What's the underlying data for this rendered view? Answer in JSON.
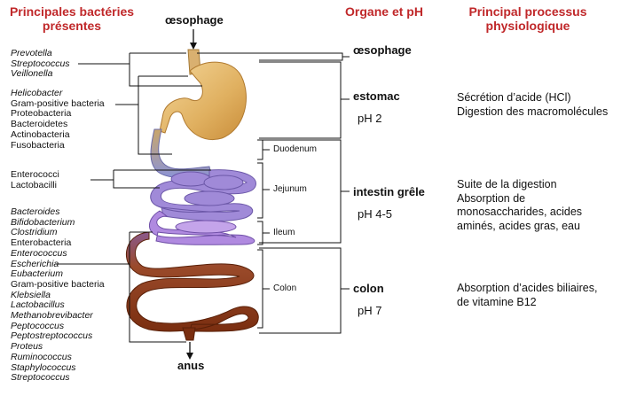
{
  "headers": {
    "bacteria": "Principales bactéries présentes",
    "organ": "Organe et pH",
    "process": "Principal processus physiologique"
  },
  "top_label": "œsophage",
  "bottom_label": "anus",
  "bacteria_groups": [
    {
      "items": [
        {
          "text": "Prevotella",
          "italic": true
        },
        {
          "text": "Streptococcus",
          "italic": true
        },
        {
          "text": "Veillonella",
          "italic": true
        }
      ]
    },
    {
      "items": [
        {
          "text": "Helicobacter",
          "italic": true
        },
        {
          "text": "Gram-positive bacteria",
          "italic": false
        },
        {
          "text": "Proteobacteria",
          "italic": false
        },
        {
          "text": "Bacteroidetes",
          "italic": false
        },
        {
          "text": "Actinobacteria",
          "italic": false
        },
        {
          "text": "Fusobacteria",
          "italic": false
        }
      ]
    },
    {
      "items": [
        {
          "text": "Enterococci",
          "italic": false
        },
        {
          "text": "Lactobacilli",
          "italic": false
        }
      ]
    },
    {
      "items": [
        {
          "text": "Bacteroides",
          "italic": true
        },
        {
          "text": "Bifidobacterium",
          "italic": true
        },
        {
          "text": "Clostridium",
          "italic": true
        },
        {
          "text": "Enterobacteria",
          "italic": false
        },
        {
          "text": "Enterococcus",
          "italic": true
        },
        {
          "text": "Escherichia",
          "italic": true
        },
        {
          "text": "Eubacterium",
          "italic": true
        },
        {
          "text": "Gram-positive bacteria",
          "italic": false
        },
        {
          "text": "Klebsiella",
          "italic": true
        },
        {
          "text": "Lactobacillus",
          "italic": true
        },
        {
          "text": "Methanobrevibacter",
          "italic": true
        },
        {
          "text": "Peptococcus",
          "italic": true
        },
        {
          "text": "Peptostreptococcus",
          "italic": true
        },
        {
          "text": "Proteus",
          "italic": true
        },
        {
          "text": "Ruminococcus",
          "italic": true
        },
        {
          "text": "Staphylococcus",
          "italic": true
        },
        {
          "text": "Streptococcus",
          "italic": true
        }
      ]
    }
  ],
  "sections": {
    "duodenum": "Duodenum",
    "jejunum": "Jejunum",
    "ileum": "Ileum",
    "colon": "Colon"
  },
  "organs": [
    {
      "name": "œsophage",
      "ph": ""
    },
    {
      "name": "estomac",
      "ph": "pH 2"
    },
    {
      "name": "intestin grêle",
      "ph": "pH 4-5"
    },
    {
      "name": "colon",
      "ph": "pH 7"
    }
  ],
  "processes": [
    {
      "lines": [
        "Sécrétion d’acide (HCl)",
        "Digestion des macromolécules"
      ]
    },
    {
      "lines": [
        "Suite de la digestion",
        "Absorption de",
        "monosaccharides, acides",
        "aminés, acides gras, eau"
      ]
    },
    {
      "lines": [
        "Absorption d’acides biliaires,",
        "de vitamine B12"
      ]
    }
  ],
  "colors": {
    "header": "#c0282a",
    "stomach": "#e0b060",
    "small_intestine": "#9a8ad8",
    "colon": "#8a3a1a"
  }
}
